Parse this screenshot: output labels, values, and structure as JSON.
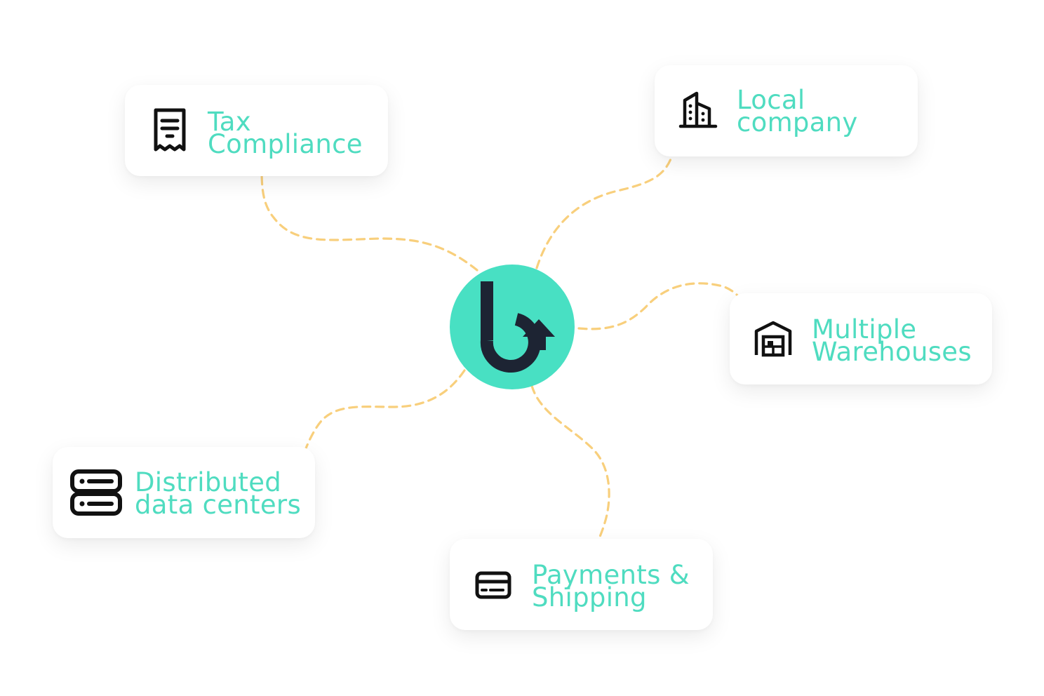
{
  "colors": {
    "accent": "#48e0c3",
    "label": "#4fdcc0",
    "connector": "#f8cf7c",
    "icon": "#111111",
    "hub_mark": "#1d2433",
    "card_bg": "#ffffff"
  },
  "hub": {
    "logo_icon": "b-circular-arrow-logo-icon"
  },
  "cards": [
    {
      "id": "tax",
      "icon": "receipt-icon",
      "line1": "Tax",
      "line2": "Compliance"
    },
    {
      "id": "local",
      "icon": "office-building-icon",
      "line1": "Local",
      "line2": "company"
    },
    {
      "id": "warehouses",
      "icon": "warehouse-icon",
      "line1": "Multiple",
      "line2": "Warehouses"
    },
    {
      "id": "datacenters",
      "icon": "server-stack-icon",
      "line1": "Distributed",
      "line2": "data centers"
    },
    {
      "id": "payments",
      "icon": "credit-card-icon",
      "line1": "Payments &",
      "line2": "Shipping"
    }
  ]
}
